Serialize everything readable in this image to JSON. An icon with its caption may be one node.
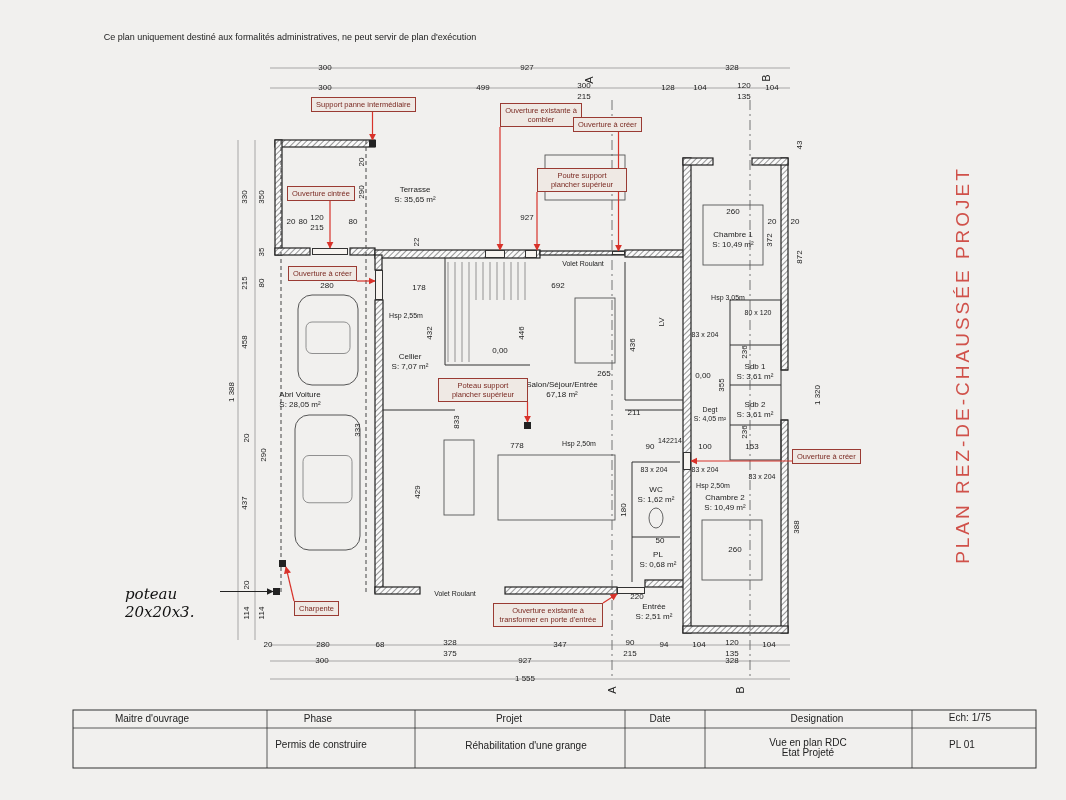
{
  "diagram": {
    "title": "PLAN REZ-DE-CHAUSSÉE PROJET",
    "nodes": [
      {
        "text": [
          "Terrasse",
          "S: 35,65 m²"
        ]
      },
      {
        "text": [
          "Abri Voiture",
          "S: 28,05 m²"
        ]
      },
      {
        "text": [
          "Cellier",
          "S: 7,07 m²"
        ]
      },
      {
        "text": [
          "Salon/Séjour/Entrée",
          "67,18 m²"
        ]
      },
      {
        "text": [
          "Chambre 1",
          "S: 10,49 m²"
        ]
      },
      {
        "text": [
          "Degt",
          "S: 4,05 m²"
        ]
      },
      {
        "text": [
          "Sdb 1",
          "S: 3,61 m²"
        ]
      },
      {
        "text": [
          "Sdb 2",
          "S: 3,61 m²"
        ]
      },
      {
        "text": [
          "WC",
          "S: 1,62 m²"
        ]
      },
      {
        "text": [
          "PL",
          "S: 0,68 m²"
        ]
      },
      {
        "text": [
          "Chambre 2",
          "S: 10,49 m²"
        ]
      },
      {
        "text": [
          "Entrée",
          "S: 2,51 m²"
        ]
      },
      {
        "text": [
          "Support panne intermédiaire"
        ]
      },
      {
        "text": [
          "Ouverture existante à combler"
        ]
      },
      {
        "text": [
          "Ouverture à créer"
        ]
      },
      {
        "text": [
          "Ouverture cintrée"
        ]
      },
      {
        "text": [
          "Poutre support plancher supérieur"
        ]
      },
      {
        "text": [
          "Ouverture à créer"
        ]
      },
      {
        "text": [
          "Poteau support plancher supérieur"
        ]
      },
      {
        "text": [
          "Ouverture à créer"
        ]
      },
      {
        "text": [
          "Charpente"
        ]
      },
      {
        "text": [
          "Ouverture existante à transformer en porte d'entrée"
        ]
      },
      {
        "text": [
          "poteau 20x20x3."
        ]
      },
      {
        "text": [],
        "shape": "box"
      },
      {
        "text": [],
        "shape": "bar"
      },
      {
        "text": [],
        "shape": "bar"
      },
      {
        "text": [],
        "shape": "bar"
      },
      {
        "text": [],
        "shape": "bar"
      },
      {
        "text": [],
        "shape": "bar"
      },
      {
        "text": [],
        "shape": "box"
      },
      {
        "text": [],
        "shape": "bar"
      },
      {
        "text": [],
        "shape": "box"
      },
      {
        "text": [],
        "shape": "bar"
      },
      {
        "text": [],
        "shape": "box"
      }
    ],
    "edges": [
      {
        "from": 12,
        "to": 23,
        "arrow": "to"
      },
      {
        "from": 13,
        "to": 25,
        "arrow": "to"
      },
      {
        "from": 14,
        "to": 27,
        "arrow": "to"
      },
      {
        "from": 15,
        "to": 24,
        "arrow": "to"
      },
      {
        "from": 16,
        "to": 26,
        "arrow": "to"
      },
      {
        "from": 17,
        "to": 28,
        "arrow": "to"
      },
      {
        "from": 18,
        "to": 29,
        "arrow": "to"
      },
      {
        "from": 19,
        "to": 30,
        "arrow": "to"
      },
      {
        "from": 20,
        "to": 31,
        "arrow": "to"
      },
      {
        "from": 21,
        "to": 32,
        "arrow": "to"
      },
      {
        "from": 22,
        "to": 33,
        "arrow": "to",
        "color": "#222222"
      }
    ],
    "labels": [
      "Ce plan uniquement destiné aux formalités administratives, ne peut servir de plan d'exécution",
      "A",
      "B",
      "300",
      "927",
      "328",
      "300",
      "499",
      "300",
      "215",
      "128",
      "104",
      "120",
      "135",
      "104",
      "330",
      "350",
      "35",
      "215",
      "80",
      "458",
      "1 388",
      "20",
      "290",
      "437",
      "20",
      "114",
      "114",
      "20",
      "280",
      "68",
      "328",
      "375",
      "347",
      "90",
      "215",
      "94",
      "104",
      "120",
      "135",
      "104",
      "300",
      "927",
      "328",
      "1 555",
      "A",
      "B",
      "43",
      "20",
      "290",
      "20",
      "80",
      "120",
      "215",
      "80",
      "927",
      "260",
      "20",
      "20",
      "22",
      "372",
      "872",
      "Volet Roulant",
      "280",
      "178",
      "692",
      "Hsp 3,05m",
      "Hsp 2,55m",
      "80 x 120",
      "LV",
      "432",
      "446",
      "436",
      "83 x 204",
      "236",
      "0,00",
      "265",
      "0,00",
      "355",
      "1 320",
      "211",
      "833",
      "333",
      "236",
      "778",
      "Hsp 2,50m",
      "90",
      "14",
      "22",
      "14",
      "100",
      "153",
      "83 x 204",
      "83 x 204",
      "83 x 204",
      "Hsp 2,50m",
      "429",
      "180",
      "388",
      "50",
      "260",
      "Volet Roulant",
      "220",
      "Maitre d'ouvrage",
      "Phase",
      "Projet",
      "Date",
      "Designation",
      "Ech: 1/75",
      "Permis de construire",
      "Réhabilitation d'une grange",
      "Vue en plan RDC Etat Projeté",
      "PL 01"
    ]
  }
}
